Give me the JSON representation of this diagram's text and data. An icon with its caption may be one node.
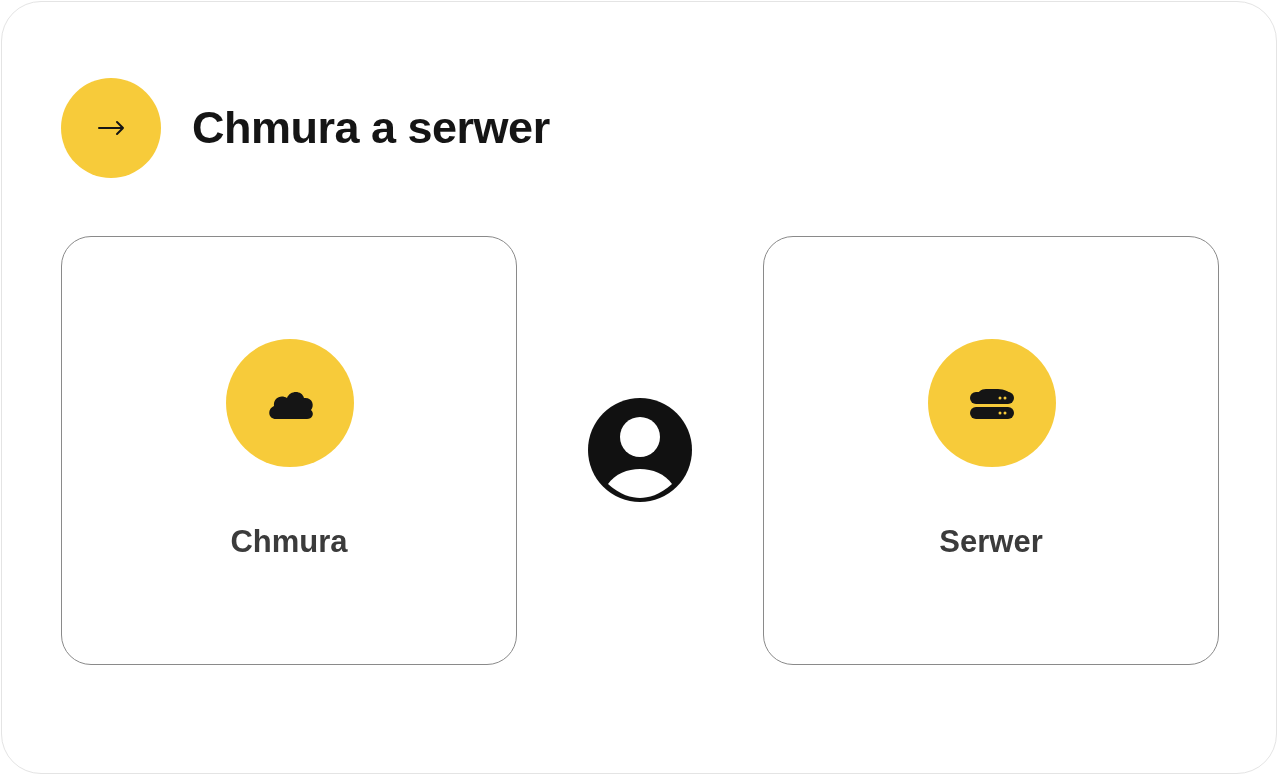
{
  "diagram": {
    "title": "Chmura a serwer",
    "nodes": [
      {
        "text": [
          "Chmura"
        ]
      },
      {
        "text": [],
        "shape": "person"
      },
      {
        "text": [
          "Serwer"
        ]
      }
    ]
  }
}
